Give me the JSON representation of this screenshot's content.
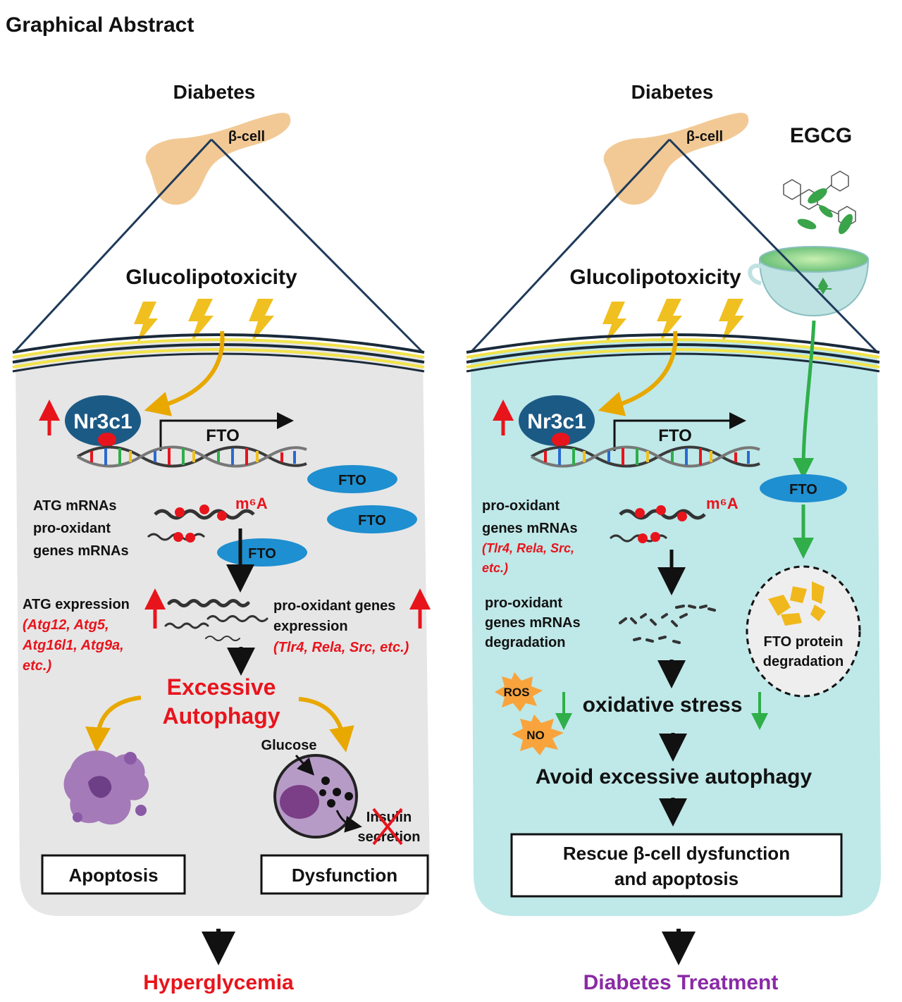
{
  "title": "Graphical Abstract",
  "left": {
    "diabetes": "Diabetes",
    "beta_cell": "β-cell",
    "glucolipotoxicity": "Glucolipotoxicity",
    "nr3c1": "Nr3c1",
    "fto_gene": "FTO",
    "fto_protein": "FTO",
    "mrna_label": [
      "ATG mRNAs",
      "pro-oxidant",
      "genes mRNAs"
    ],
    "m6a": "m⁶A",
    "atg_expression": "ATG expression",
    "atg_genes": [
      "(Atg12, Atg5,",
      "Atg16l1, Atg9a,",
      "etc.)"
    ],
    "pro_oxidant_expression": [
      "pro-oxidant genes",
      "expression"
    ],
    "pro_oxidant_genes": "(Tlr4, Rela, Src,  etc.)",
    "excessive_autophagy": [
      "Excessive",
      "Autophagy"
    ],
    "glucose": "Glucose",
    "insulin_secretion": [
      "Insulin",
      "secretion"
    ],
    "apoptosis": "Apoptosis",
    "dysfunction": "Dysfunction",
    "outcome": "Hyperglycemia"
  },
  "right": {
    "diabetes": "Diabetes",
    "beta_cell": "β-cell",
    "egcg": "EGCG",
    "glucolipotoxicity": "Glucolipotoxicity",
    "nr3c1": "Nr3c1",
    "fto_gene": "FTO",
    "fto_protein": "FTO",
    "mrna_label": [
      "pro-oxidant",
      "genes mRNAs"
    ],
    "mrna_genes": [
      "(Tlr4, Rela, Src,",
      "etc.)"
    ],
    "m6a": "m⁶A",
    "degradation_label": [
      "pro-oxidant",
      "genes mRNAs",
      "degradation"
    ],
    "fto_degradation": [
      "FTO protein",
      "degradation"
    ],
    "ros": "ROS",
    "no": "NO",
    "oxidative_stress": "oxidative stress",
    "avoid": "Avoid excessive autophagy",
    "rescue": [
      "Rescue β-cell dysfunction",
      "and apoptosis"
    ],
    "outcome": "Diabetes Treatment"
  },
  "colors": {
    "left_cell": "#e6e6e6",
    "right_cell": "#bfe8e8",
    "fto_blue": "#1e8fd0",
    "nr3c1": "#1c5a86",
    "red": "#e8141c",
    "purple": "#8a2aa6",
    "green": "#2fae4a",
    "bolt": "#f0c020",
    "pancreas": "#f2c995"
  }
}
